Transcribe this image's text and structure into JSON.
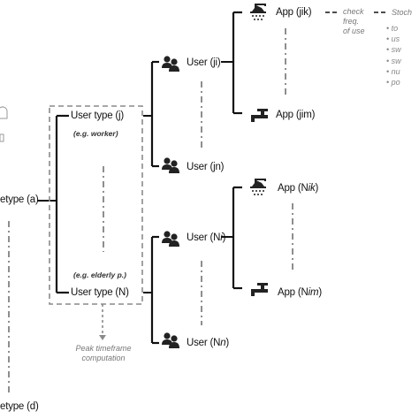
{
  "archetypes": {
    "a_label": "etype (a)",
    "d_label": "etype (d)"
  },
  "user_types": [
    {
      "label": "User type (j)",
      "example": "(e.g. worker)"
    },
    {
      "label": "User type (N)",
      "example": "(e.g. elderly p.)"
    }
  ],
  "users": {
    "ji": "User (ji)",
    "jn": "User (jn)",
    "Ni_prefix": "User (N",
    "Ni_italic": "i",
    "Nn_prefix": "User (N",
    "Nn_italic": "n"
  },
  "apps": {
    "jik": "App (jik)",
    "jim": "App (jim)",
    "Nik_prefix": "App (N",
    "Nik_italic": "ik",
    "Nim_prefix": "App (N",
    "Nim_italic": "im"
  },
  "closing_paren": ")",
  "check_note": [
    "check",
    "freq.",
    "of use"
  ],
  "stoch_title": "Stoch",
  "stoch_items": [
    "to",
    "us",
    "sw",
    "sw",
    "nu",
    "po"
  ],
  "peak_note": [
    "Peak timeframe",
    "computation"
  ],
  "colors": {
    "line": "#111111",
    "dashed_box": "#8a8a8a",
    "annotation": "#888888",
    "icon": "#222222"
  }
}
